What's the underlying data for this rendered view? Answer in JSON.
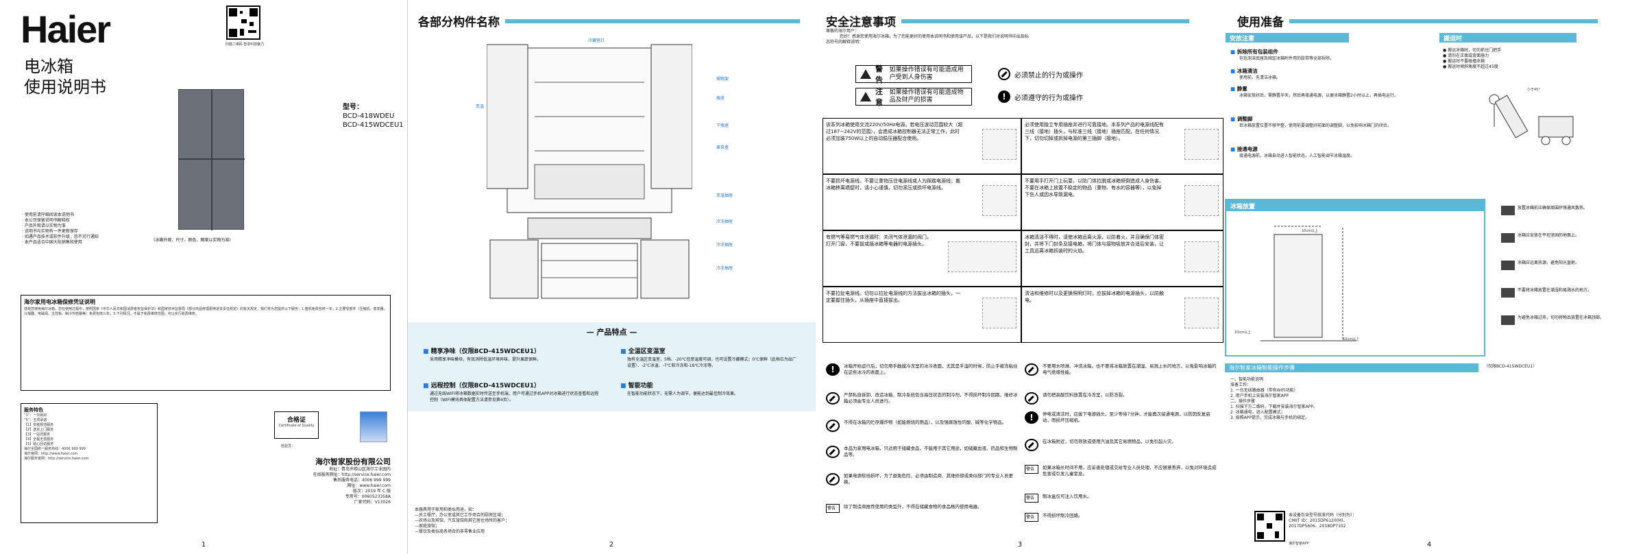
{
  "p1": {
    "logo": "Haier",
    "title_line1": "电冰箱",
    "title_line2": "使用说明书",
    "qr_caption": "扫描二维码 智享科技魅力",
    "model_label": "型号：",
    "models": [
      "BCD-418WDEU",
      "BCD-415WDCEU1"
    ],
    "bullets": [
      "使用前请仔细阅读本说明书",
      "本公司保留说明书解释权",
      "产品外观请以实物为准",
      "说明书与实物有一件更新保存",
      "如遇产品技术或软件升级，恕不另行通知",
      "本产品适合中国大陆销售和使用"
    ],
    "fridge_caption": "(冰箱外观、尺寸、颜色、图案以实物为准)",
    "warranty_title": "海尔家用电冰箱保修凭证说明",
    "warranty_text": "感谢您使用海尔冰箱，您在使用过程中，按照国家《中华人民共和国消费者权益保护法》和国家技术监督局《部分商品修理更换退货责任规定》的有关规定，我们将为您提供以下服务：1.整机免费包修一年；2.主要零部件（压缩机、蒸发器、冷凝器、电磁阀、主控板、制冷剂管路等）免费包修三年；3.下列情况，不属于免费维修范围，可以实行收费维修。",
    "service_title": "服务特色",
    "service_lines": [
      "“1”：一次就好",
      "“5”：五项承诺",
      "【1】安装规范服务",
      "【2】送货上门服务",
      "【3】一站式服务",
      "【4】全程无忧服务",
      "【5】贴心回访服务",
      "海尔全国统一服务热线：4006 999 999",
      "海尔官网：http://www.haier.com",
      "海尔服务官网：http://service.haier.com"
    ],
    "cert_title": "合格证",
    "cert_sub": "Certificate of Quality",
    "inspector": "检验员：",
    "company": "海尔智家股份有限公司",
    "address": "地址：青岛市崂山区海尔工业园内",
    "service_web": "在线服务网址：http://service.haier.com",
    "hotline": "售后服务电话：4006 999 999",
    "site": "网址：www.haier.com",
    "version": "版次：2019 年 C 版",
    "doc_no": "专用号：0060523358A",
    "factory": "厂家代码：V13026",
    "page": "1"
  },
  "p2": {
    "section": "各部分构件名称",
    "parts": [
      "冷藏室灯",
      "搁物架",
      "瓶座",
      "变温",
      "下瓶座",
      "果菜盒",
      "变温抽屉",
      "冷冻抽屉",
      "冷冻抽屉",
      "冷冻抽屉"
    ],
    "features_title": "— 产品特点 —",
    "features": [
      {
        "title": "精享净味（仅限BCD-415WDCEU1）",
        "desc": "采用精享净味模块，有效消除低温环境异味，提升果蔬保鲜。"
      },
      {
        "title": "全温区变温室",
        "desc": "独有全温区变温室，5档、-20℃任意温度可调，也可设置冷藏模式；0℃保鲜（此档位为出厂设置）、-2℃冰温、-7℃软冷冻和-18℃冷冻等。"
      },
      {
        "title": "远程控制（仅限BCD-415WDCEU1）",
        "desc": "通过无线WIFI将冰箱数据实时传送至手机端，用户可通过手机APP对冰箱进行状态查看和远程控制（WIFI模块具体配置方法请参见第4页）。"
      },
      {
        "title": "智能功能",
        "desc": "在智能功能状态下，无需人为调节，便能达到最佳制冷效果。"
      }
    ],
    "notes": [
      "本器具用于家用和类似用途，如：",
      "—员工餐厅，办公室或其它工作场合的厨房区域；",
      "—农场以及宾馆、汽车旅馆和其它居住场所的客户；",
      "—家庭旅馆；",
      "—餐饮及类似商务场合的非零售业应用"
    ],
    "page": "2"
  },
  "p3": {
    "section": "安全注意事项",
    "intro1": "尊敬的海尔用户：",
    "intro2": "您好！感谢您使用海尔冰箱，为了您能更好的使用本说明书和使用该产品，以下是我们对说明书中出现标",
    "intro3": "志符号的解释说明：",
    "legend": [
      {
        "tag": "警告",
        "text": "如果操作错误有可能造成用户受到人身伤害"
      },
      {
        "tag": "注意",
        "text": "如果操作错误有可能造成物品及财产的损害"
      },
      {
        "text": "必须禁止的行为或操作"
      },
      {
        "text": "必须遵守的行为或操作"
      }
    ],
    "cells": [
      "该系列冰箱使用交流220V/50Hz电源。若电压波动范围较大（超过187~242V的范围），会造成冰箱控制器无法正常工作，此时必须加装750W以上的自动稳压器配合使用。",
      "必须使用独立专用插座并进行可靠接地。本系列产品的电源线配有三线（接地）插头，与标准三线（接地）插座匹配，在任何情况下，切勿切掉或拆掉电源的第三插脚（接地）。",
      "不要损坏电源线。不要让重物压住电源线或人为踩踏电源线；搬冰箱移离墙壁时，请小心谨慎，切勿滚压或损坏电源线。",
      "不要用手打开门上玩耍，以防门体拉脱或冰箱倾倒造成人身伤害。不要在冰箱上放置不稳定的物品（重物、有水的容器等），以免掉下伤人或因水导致漏电。",
      "有燃气等易燃气体泄漏时：关闭气体泄漏的阀门，打开门窗，不要拔或插冰箱等电器的电源插头。",
      "冰箱清洁不得时，请使冰箱远离火源，以防着火，并且确保门体密封，并将下门封条及接电箱，将门体与接物吸放并合适后安装，让工具远离冰箱拆装时的火焰。",
      "不要拉扯电源线。切勿以拉扯电源线的方法拔出冰箱的插头，一定要握住插头，从插座中直接拔出。",
      "清洁和维修时以及更换照明灯时，应拔掉冰箱的电源插头，以防触电。"
    ],
    "rules": [
      "冰箱开始运行后，切勿用手触摸冷冻室的冰冷表面，尤其是手湿的时候，防止手被冻粘住在这些冰冷的表面上。",
      "严禁私自拆卸、改造冰箱、制冷系统包含高压状态的制冷剂，不得损坏制冷回路，维修冰箱必须由专业人员进行。",
      "不得在冰箱内贮存爆炸物（如能燃烧的用品），以及强腐蚀性的酸、碱等化学物品。",
      "本品为家用电冰箱，只适用于储藏食品，不能用于其它用途，如储藏血液、药品和生物制品等。",
      "如果电源软线损坏，为了避免危险，必须由制造商、其维修部或类似部门的专业人员更换。",
      "不要用水喷淋、冲洗冰箱，也不要将冰箱放置在潮湿、易溅上水的地方，以免影响冰箱的电气绝缘性能。",
      "请勿把高酸饮料放置在冷冻室，以防冻裂。",
      "停电或清洁时，应拔下电源插头，至少等待7分钟，才能再次接通电源，以防因反复启动，而损坏压缩机。",
      "在冰箱附近，切勿存放或使用汽油及其它易燃物品，以免引起火灾。",
      "如果冰箱长时间不用，应妥善处理或交给专业人员处理，不应随意丢弃，以免对环境造成危害或引发儿童窒息。",
      "制冰盒仅可注入饮用水。",
      "不得损坏制冷回路。",
      "除了制造商推荐使用的类型外，不得在储藏食物的食品格内使用电器。"
    ],
    "warn_tag": "警告",
    "page": "3"
  },
  "p4": {
    "section": "使用准备",
    "tab1": "安放注意",
    "tab2": "搬运时",
    "items": [
      {
        "title": "拆除所有包装组件",
        "desc": "包括泡沫底座及固定冰箱附件用的胶带等全部拆除。"
      },
      {
        "title": "冰箱清洁",
        "desc": "使用前，先清洁冰箱。"
      },
      {
        "title": "静置",
        "desc": "冰箱安放好后，需静置半天，然后再接通电源，以便冰箱静置2小时以上，再插电运行。"
      },
      {
        "title": "调整脚",
        "desc": "若冰箱放置位置不够平整，使用前要调整好前面的调整脚，以免影响冰箱门的闭合。"
      },
      {
        "title": "接通电源",
        "desc": "接通电源前，冰箱自动进入智能状态，人工智能调节冰箱温度。"
      }
    ],
    "transport": [
      "搬运冰箱时，切勿抓住门把手",
      "请勿在正面或背面施力",
      "搬运时不要碰撞冰箱",
      "搬运时倾斜角度不超过45度"
    ],
    "angle": "小于45°",
    "place_title": "冰箱放置",
    "place_rules": [
      "放置冰箱前应确保周围环境通风散热。",
      "冰箱应安放在平坦坚固的地面上。",
      "冰箱应远离热源，避免阳光直射。",
      "不要将冰箱放置在潮湿和易溅水的地方。",
      "为避免冰箱过热，切勿将物品放置在冰箱顶部。"
    ],
    "dist_top": "10cm以上",
    "dist_back": "10cm以上",
    "dist_side": "10cm以上",
    "conn_title": "海尔智家冰箱智能操作步骤",
    "conn_model": "（仅限BCD-415WDCEU1）",
    "conn_steps": [
      "一、智能功能说明",
      "准备工作：",
      "1. 一台无线路由器（带有WIFI功能）",
      "2. 用户手机上安装海尔智家APP",
      "二、操作步骤",
      "1. 扫描下方二维码，下载并安装海尔智家APP。",
      "2. 冰箱通电，进入配置模式；",
      "3. 按照APP提示，完成冰箱与手机的绑定。"
    ],
    "qr_caption": "海尔智家APP",
    "cmit": [
      "本设备包含型号核准代码（分别为）：",
      "CMIIT ID：2015DP6120(M)、",
      "2017DP5606、2018DP7102"
    ],
    "page": "4"
  }
}
